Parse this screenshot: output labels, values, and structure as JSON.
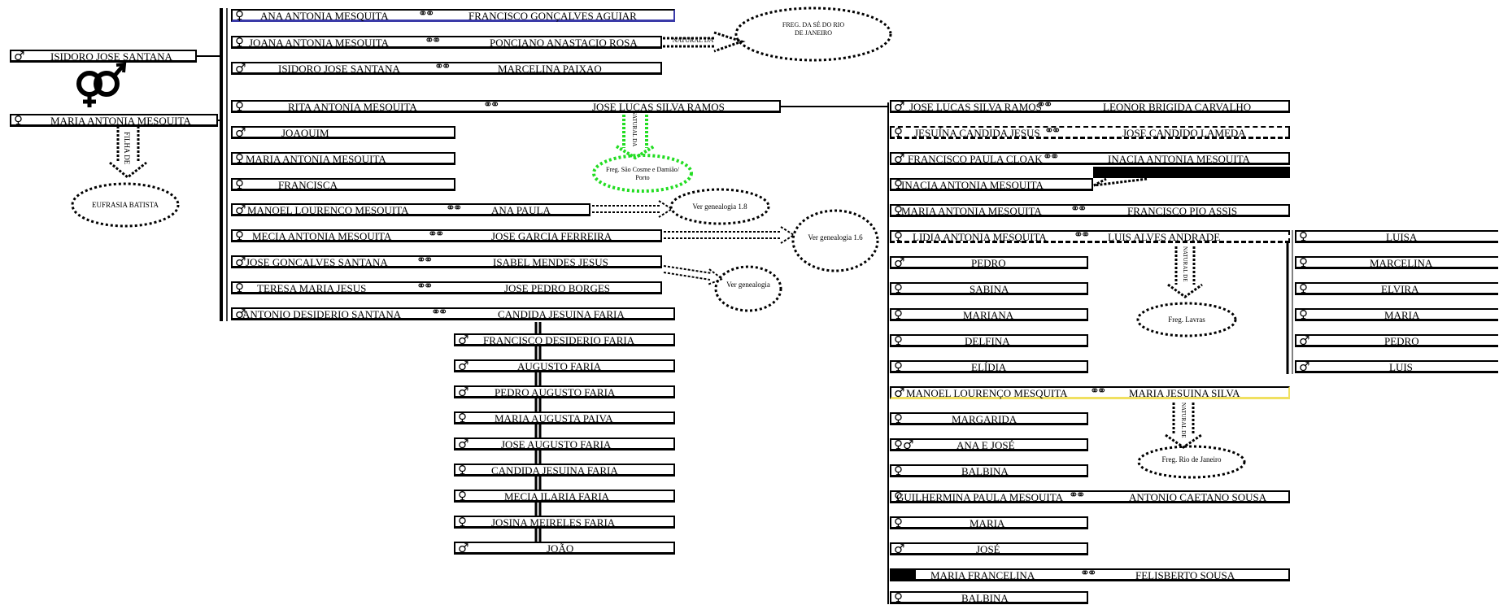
{
  "root": {
    "husband": "ISIDORO JOSE SANTANA",
    "wife": "MARIA ANTONIA MESQUITA",
    "wife_note": "FILHA DE",
    "mother": "EUFRASIA BATISTA"
  },
  "children": [
    {
      "sex": "female",
      "name": "ANA ANTONIA MESQUITA",
      "spouse": "FRANCISCO GONÇALVES AGUIAR"
    },
    {
      "sex": "female",
      "name": "JOANA ANTONIA MESQUITA",
      "spouse": "PONCIANO ANASTACIO ROSA",
      "note": "NATURAL DA",
      "origin": "FREG. DA  SÉ DO RIO DE JANEIRO"
    },
    {
      "sex": "male",
      "name": "ISIDORO JOSE SANTANA",
      "spouse": "MARCELINA PAIXAO"
    },
    {
      "sex": "female",
      "name": "RITA ANTONIA MESQUITA",
      "spouse": "JOSE LUCAS SILVA RAMOS",
      "note": "NATURAL DA",
      "origin": "Freg. São Cosme e Damião/ Porto"
    },
    {
      "sex": "male",
      "name": "JOAQUIM"
    },
    {
      "sex": "female",
      "name": "MARIA ANTONIA MESQUITA"
    },
    {
      "sex": "female",
      "name": "FRANCISCA"
    },
    {
      "sex": "male",
      "name": "MANOEL LOURENÇO MESQUITA",
      "spouse": "ANA PAULA",
      "ref": "Ver genealogia 1.8"
    },
    {
      "sex": "female",
      "name": "MECIA ANTONIA MESQUITA",
      "spouse": "JOSE GARCIA FERREIRA",
      "ref": "Ver genealogia 1.6"
    },
    {
      "sex": "male",
      "name": "JOSE GONÇALVES SANTANA",
      "spouse": "ISABEL MENDES JESUS",
      "ref": "Ver genealogia"
    },
    {
      "sex": "female",
      "name": "TERESA MARIA JESUS",
      "spouse": "JOSE PEDRO BORGES"
    },
    {
      "sex": "male",
      "name": "ANTONIO DESIDERIO SANTANA",
      "spouse": "CANDIDA JESUINA FARIA"
    }
  ],
  "antonio_children": [
    {
      "sex": "male",
      "name": "FRANCISCO DESIDERIO FARIA"
    },
    {
      "sex": "male",
      "name": "AUGUSTO FARIA"
    },
    {
      "sex": "male",
      "name": "PEDRO AUGUSTO FARIA"
    },
    {
      "sex": "female",
      "name": "MARIA AUGUSTA PAIVA"
    },
    {
      "sex": "male",
      "name": "JOSE AUGUSTO FARIA"
    },
    {
      "sex": "female",
      "name": "CANDIDA JESUINA FARIA"
    },
    {
      "sex": "female",
      "name": "MECIA ILARIA FARIA"
    },
    {
      "sex": "female",
      "name": "JOSINA MEIRELES FARIA"
    },
    {
      "sex": "male",
      "name": "JOÃO"
    }
  ],
  "rita_children": [
    {
      "sex": "male",
      "name": "JOSE LUCAS SILVA RAMOS",
      "spouse": "LEONOR BRIGIDA CARVALHO"
    },
    {
      "sex": "female",
      "name": "JESUÍNA CANDIDA JESUS",
      "spouse": "JOSE CANDIDO LAMEDA"
    },
    {
      "sex": "male",
      "name": "FRANCISCO PAULA CLOAK",
      "spouse": "INACIA ANTONIA MESQUITA"
    },
    {
      "sex": "female",
      "name": "INACIA ANTONIA MESQUITA"
    },
    {
      "sex": "female",
      "name": "MARIA ANTONIA MESQUITA",
      "spouse": "FRANCISCO PIO ASSIS"
    },
    {
      "sex": "female",
      "name": "LIDIA ANTONIA MESQUITA",
      "spouse": "LUIS ALVES ANDRADE",
      "note": "NATURAL DE",
      "origin": "Freg. Lavras"
    },
    {
      "sex": "male",
      "name": "PEDRO"
    },
    {
      "sex": "female",
      "name": "SABINA"
    },
    {
      "sex": "female",
      "name": "MARIANA"
    },
    {
      "sex": "female",
      "name": "DELFINA"
    },
    {
      "sex": "female",
      "name": "ELÍDIA"
    },
    {
      "sex": "male",
      "name": "MANOEL LOURENÇO MESQUITA",
      "spouse": "MARIA JESUINA SILVA",
      "note": "NATURAL DE",
      "origin": "Freg. Rio de Janeiro"
    },
    {
      "sex": "female",
      "name": "MARGARIDA"
    },
    {
      "sex": "twin",
      "name": "ANA E JOSÉ"
    },
    {
      "sex": "female",
      "name": "BALBINA"
    },
    {
      "sex": "female",
      "name": "GUILHERMINA PAULA MESQUITA",
      "spouse": "ANTONIO CAETANO SOUSA"
    },
    {
      "sex": "female",
      "name": "MARIA"
    },
    {
      "sex": "male",
      "name": "JOSÉ"
    },
    {
      "sex": "unknown",
      "name": "MARIA FRANCELINA",
      "spouse": "FELISBERTO SOUSA"
    },
    {
      "sex": "female",
      "name": "BALBINA"
    }
  ],
  "lidia_children": [
    {
      "sex": "female",
      "name": "LUISA"
    },
    {
      "sex": "female",
      "name": "MARCELINA"
    },
    {
      "sex": "female",
      "name": "ELVIRA"
    },
    {
      "sex": "female",
      "name": "MARIA"
    },
    {
      "sex": "male",
      "name": "PEDRO"
    },
    {
      "sex": "male",
      "name": "LUIS"
    }
  ],
  "colors": {
    "ink": "#000000",
    "green": "#22dd22",
    "blue_border": "#3a3aa8",
    "yellow_border": "#f0e060"
  }
}
